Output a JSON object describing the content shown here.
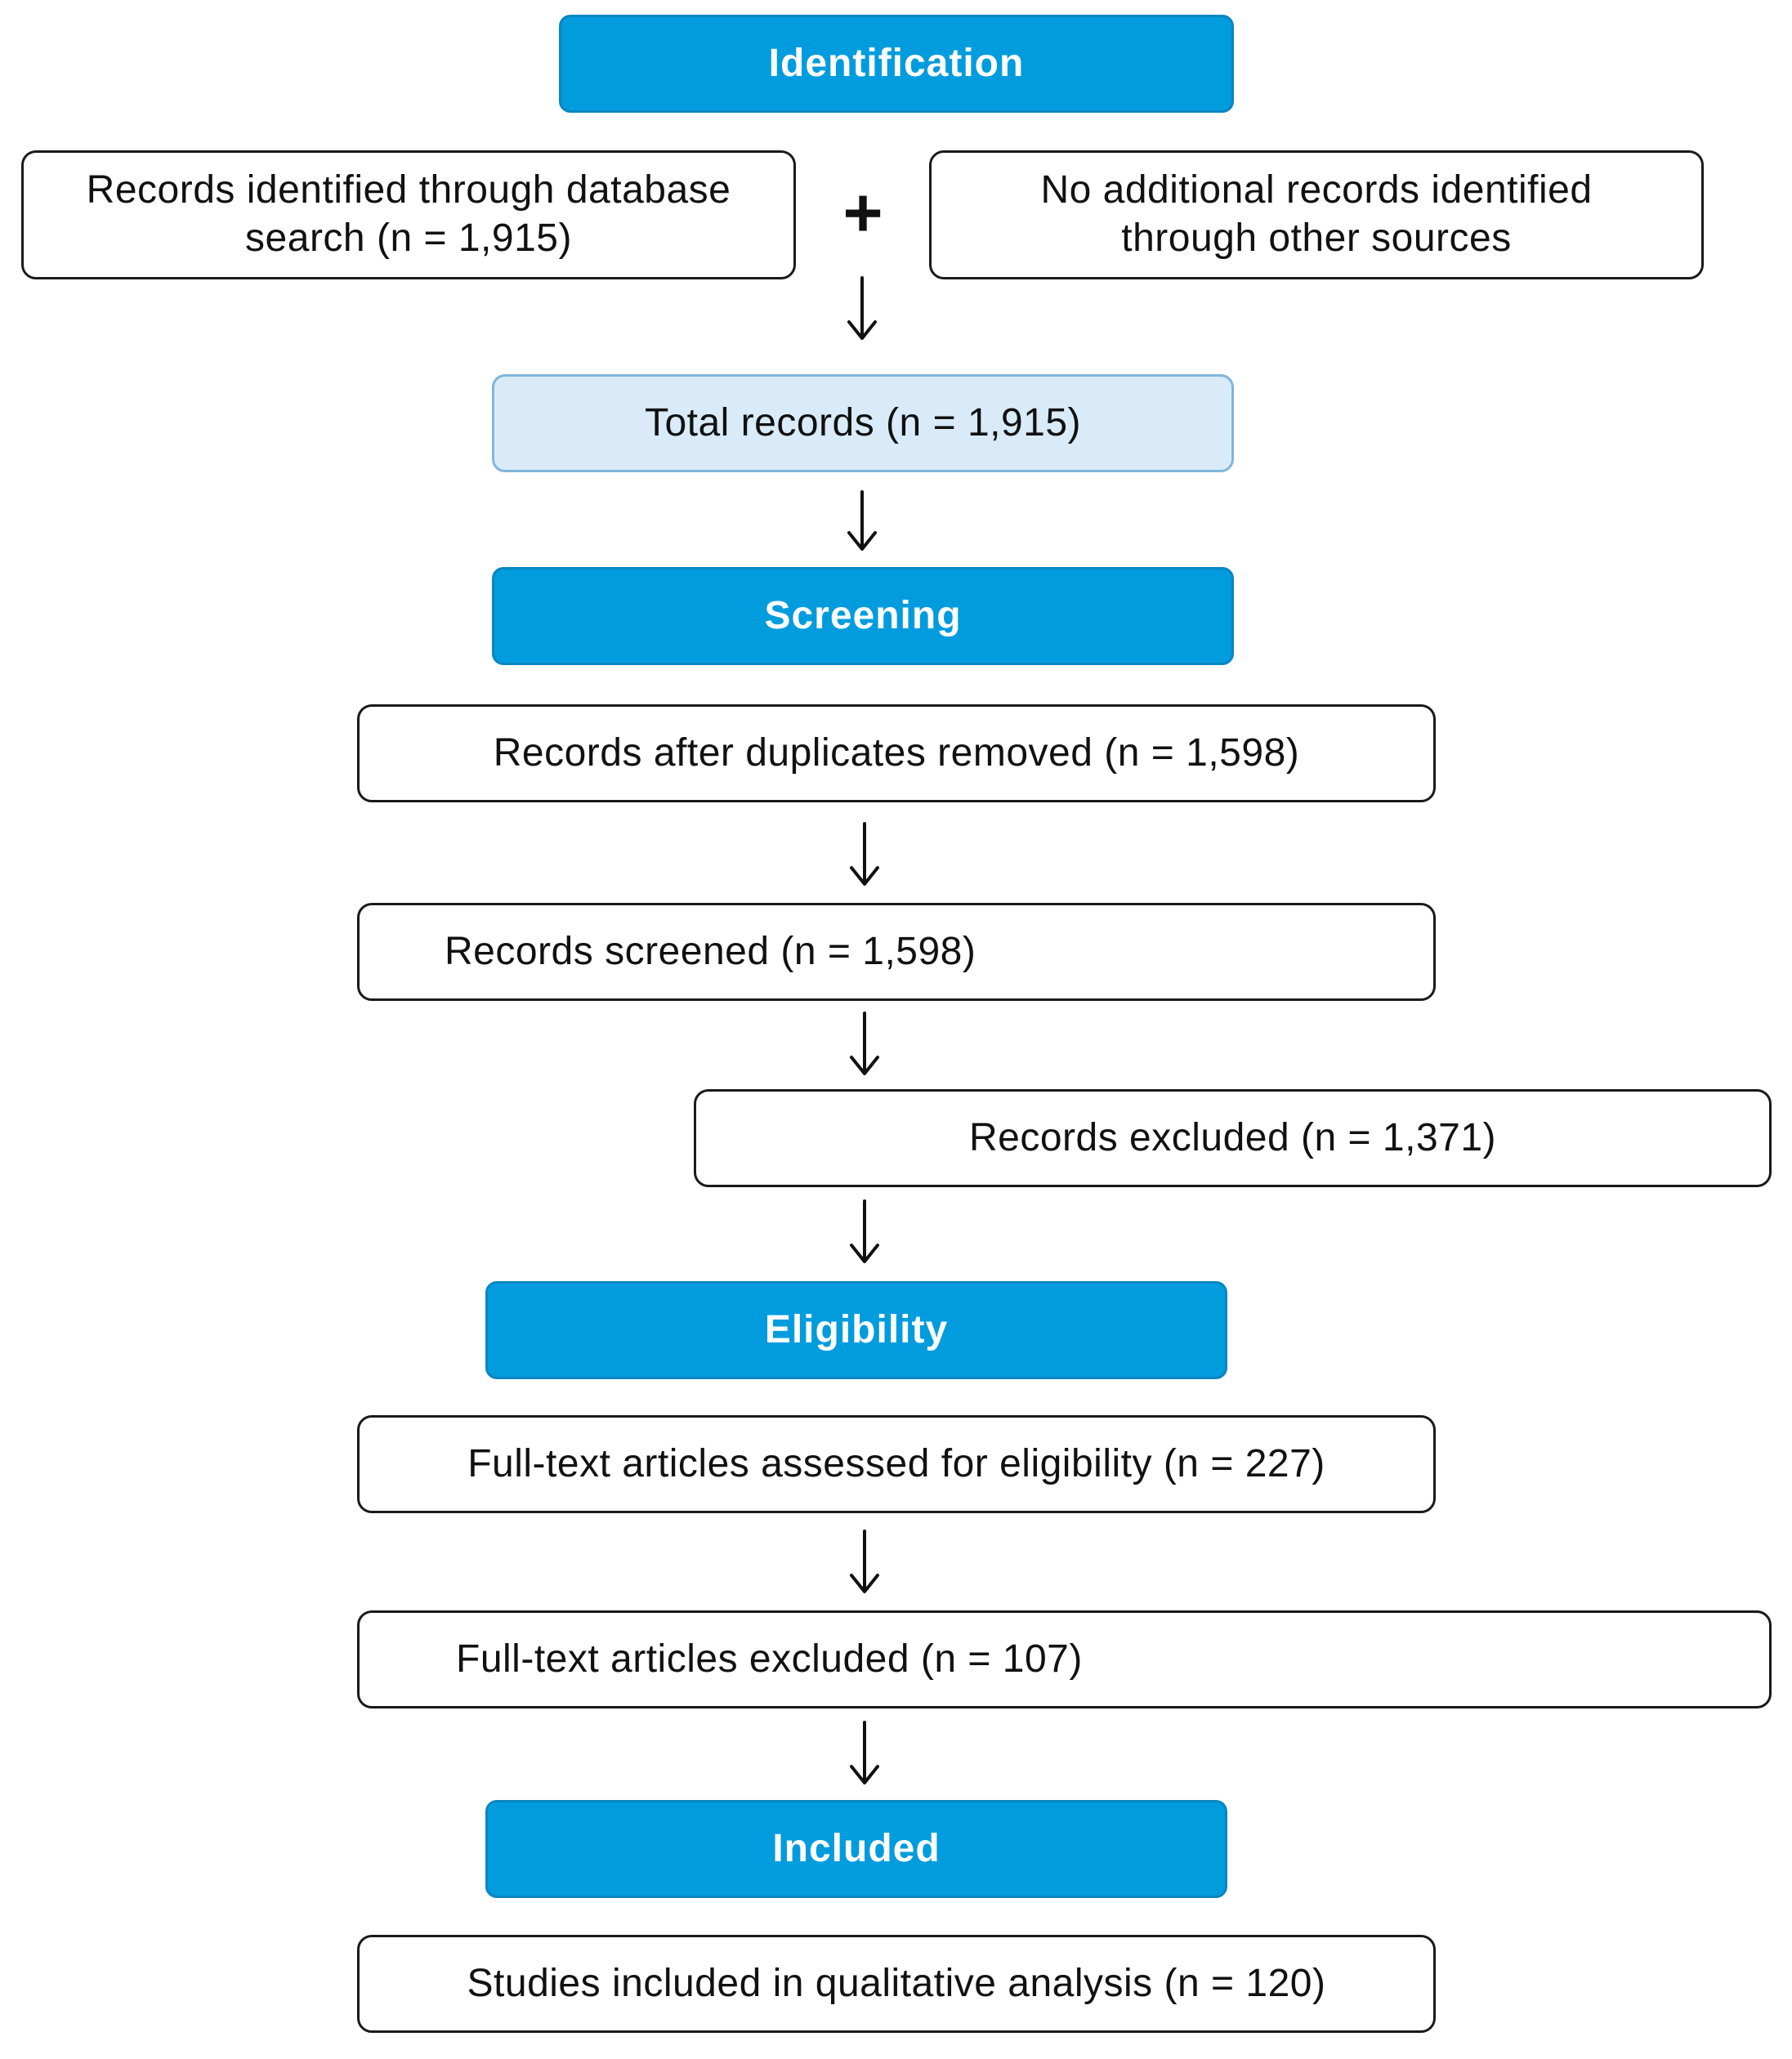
{
  "stages": {
    "identification": "Identification",
    "screening": "Screening",
    "eligibility": "Eligibility",
    "included": "Included"
  },
  "boxes": {
    "database_search": "Records identified through database search (n = 1,915)",
    "other_sources": "No additional records identified through other sources",
    "total_records": "Total records (n = 1,915)",
    "after_duplicates": "Records after duplicates removed (n = 1,598)",
    "screened": "Records screened (n = 1,598)",
    "excluded": "Records excluded (n = 1,371)",
    "fulltext_assessed": "Full-text articles assessed for eligibility (n = 227)",
    "fulltext_excluded": "Full-text articles excluded (n = 107)",
    "studies_included": "Studies included in qualitative analysis (n = 120)"
  },
  "symbols": {
    "plus": "+"
  },
  "colors": {
    "stage_fill": "#009cde",
    "total_fill": "#d9ebf8",
    "stroke": "#1a1a1a"
  }
}
